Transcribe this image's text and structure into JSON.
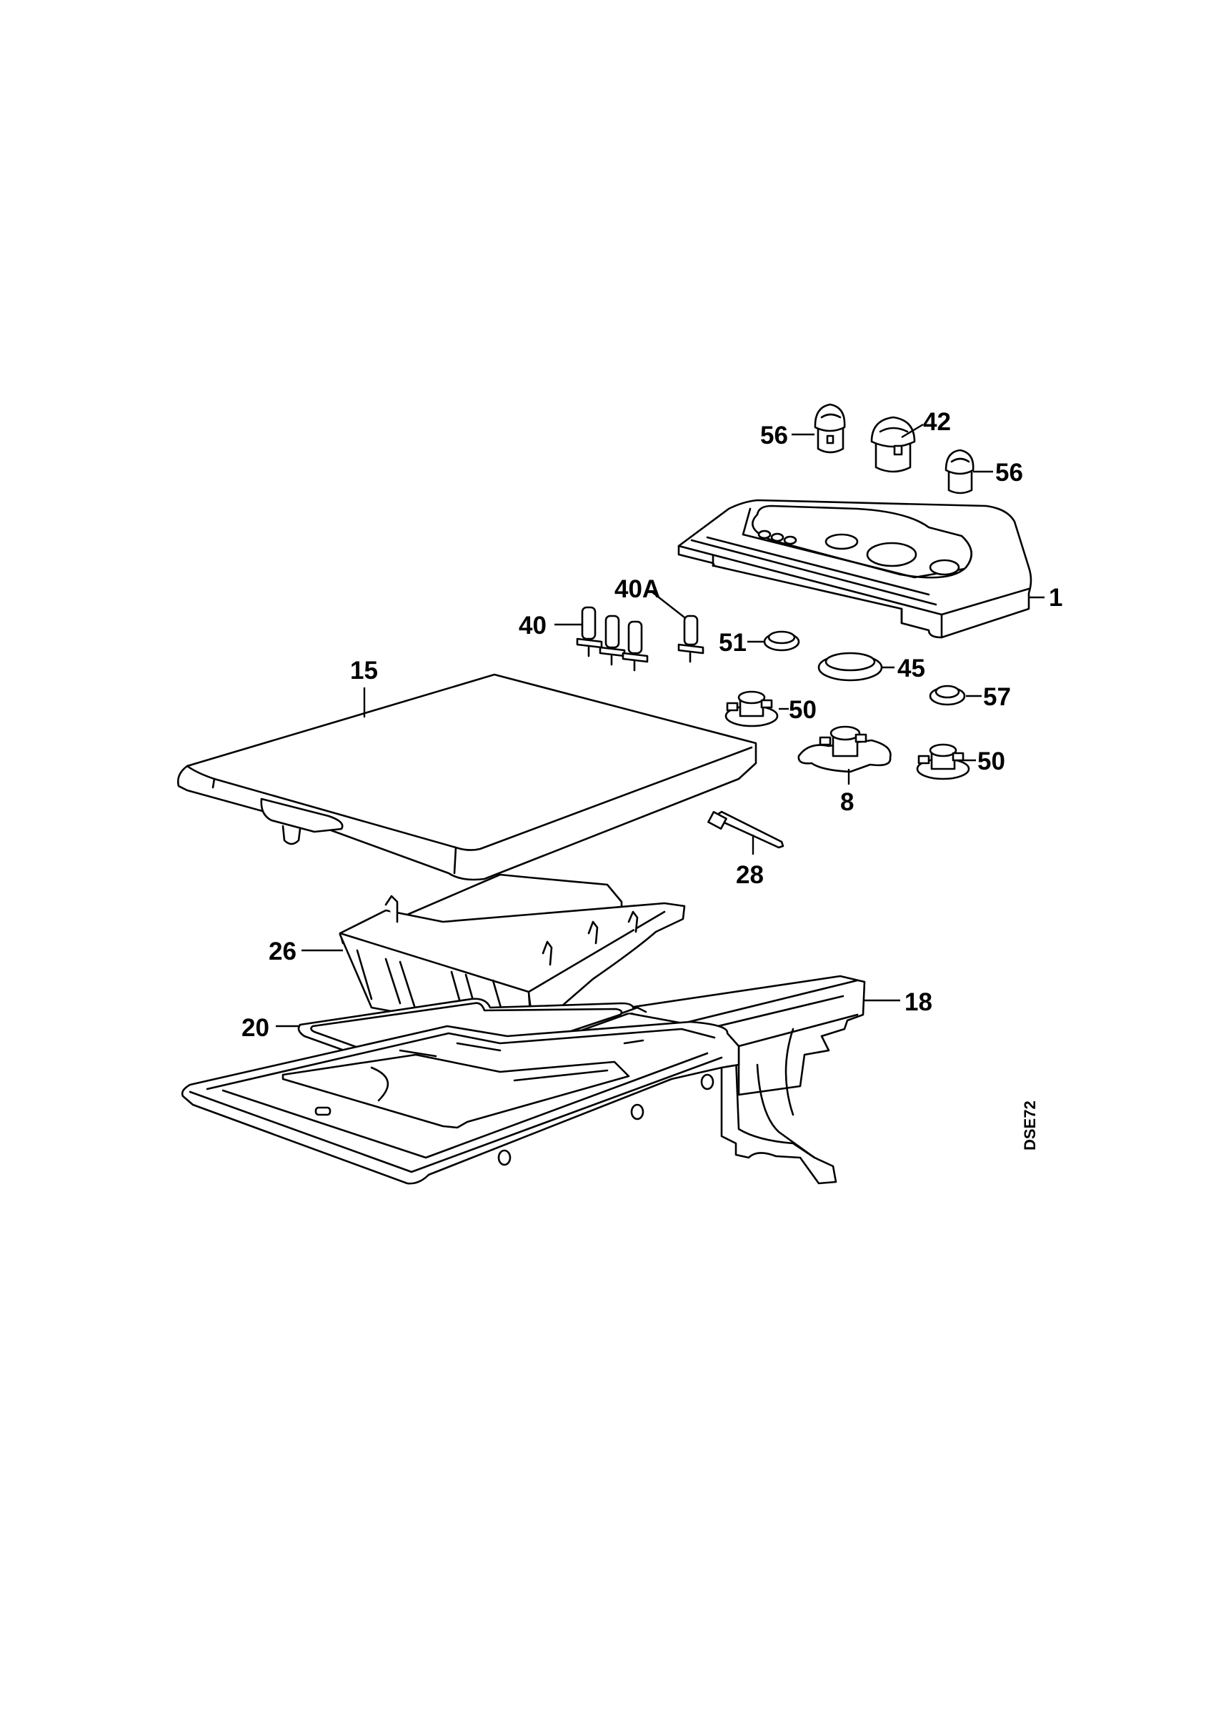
{
  "diagram": {
    "code": "DSE72",
    "callouts": {
      "p56a": "56",
      "p42": "42",
      "p56b": "56",
      "p1": "1",
      "p40a": "40A",
      "p40": "40",
      "p51": "51",
      "p45": "45",
      "p15": "15",
      "p57": "57",
      "p50a": "50",
      "p50b": "50",
      "p8": "8",
      "p28": "28",
      "p26": "26",
      "p18": "18",
      "p20": "20"
    }
  }
}
